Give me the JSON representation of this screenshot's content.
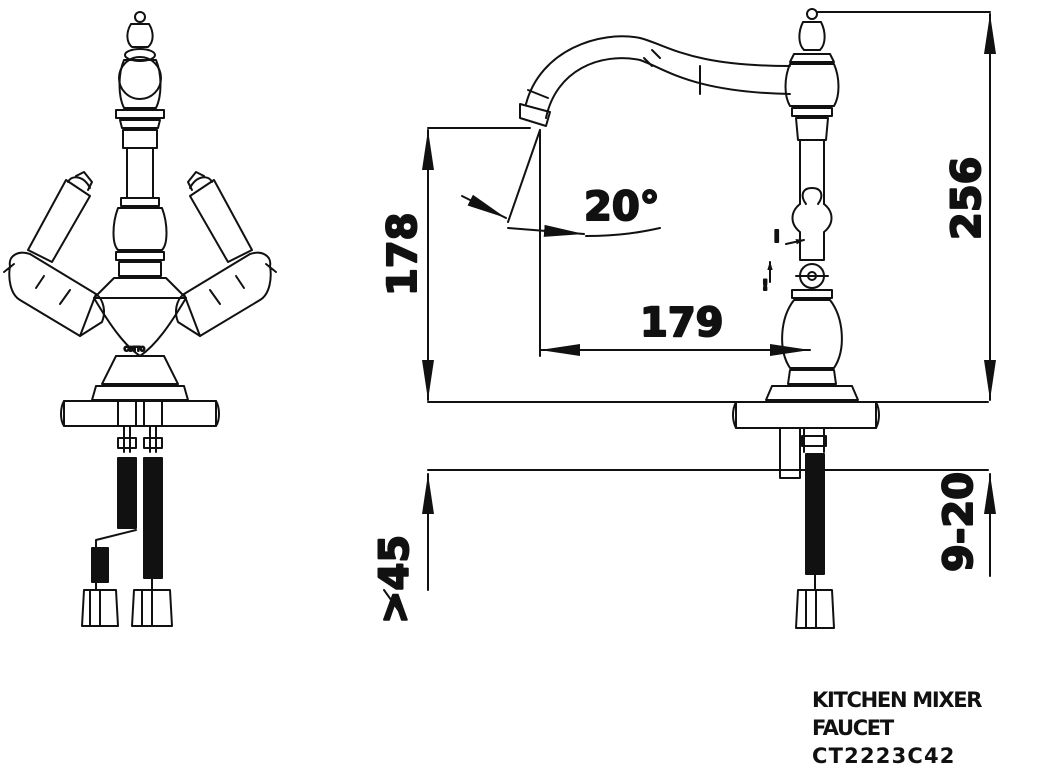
{
  "brand_mark": "COTTO",
  "dimensions": {
    "spout_height": "178",
    "spout_reach": "179",
    "swivel_angle": "20°",
    "total_height": "256",
    "deck_thickness": "9-20",
    "hole_min": ">45"
  },
  "lever_marks": {
    "hot": "i",
    "cold": "!"
  },
  "product": {
    "name": "KITCHEN MIXER FAUCET",
    "code": "CT2223C42"
  },
  "colors": {
    "line": "#111111",
    "background": "#ffffff"
  }
}
